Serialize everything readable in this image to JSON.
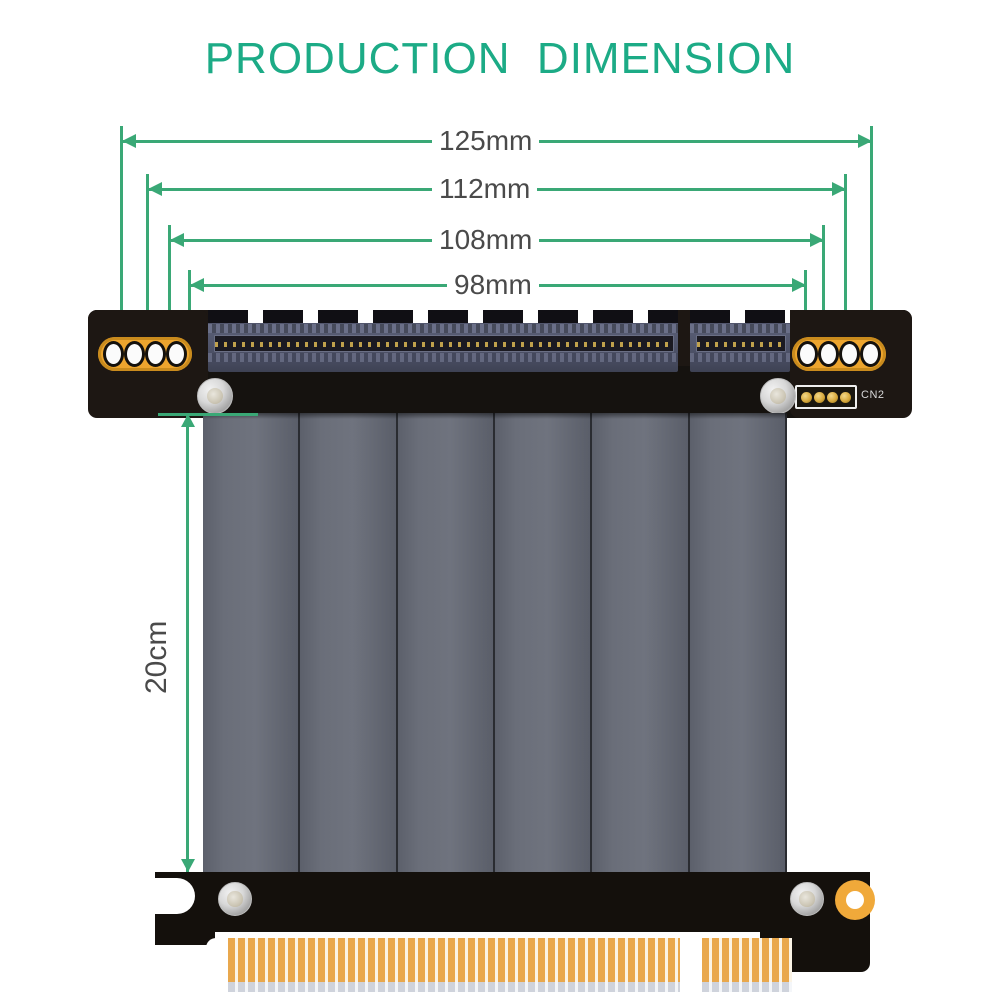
{
  "title": "PRODUCTION  DIMENSION",
  "accent_color": "#3aa876",
  "title_color": "#1cab86",
  "label_color": "#4a4a4a",
  "dimensions": {
    "horizontal": [
      {
        "label": "125mm",
        "name": "dimension-125mm"
      },
      {
        "label": "112mm",
        "name": "dimension-112mm"
      },
      {
        "label": "108mm",
        "name": "dimension-108mm"
      },
      {
        "label": "98mm",
        "name": "dimension-98mm"
      }
    ],
    "vertical": {
      "label": "20cm",
      "name": "dimension-20cm"
    }
  },
  "board": {
    "connector_label": "CN2",
    "pad_count": 4,
    "cn2_pin_count": 4,
    "ribbon_strip_count": 6,
    "slot_name": "pcie-x16-female-slot",
    "edge_connector_name": "pcie-x16-gold-fingers",
    "pcb_color": "#1d1713",
    "gold_color": "#eda52e",
    "ribbon_color": "#6a6e79"
  }
}
